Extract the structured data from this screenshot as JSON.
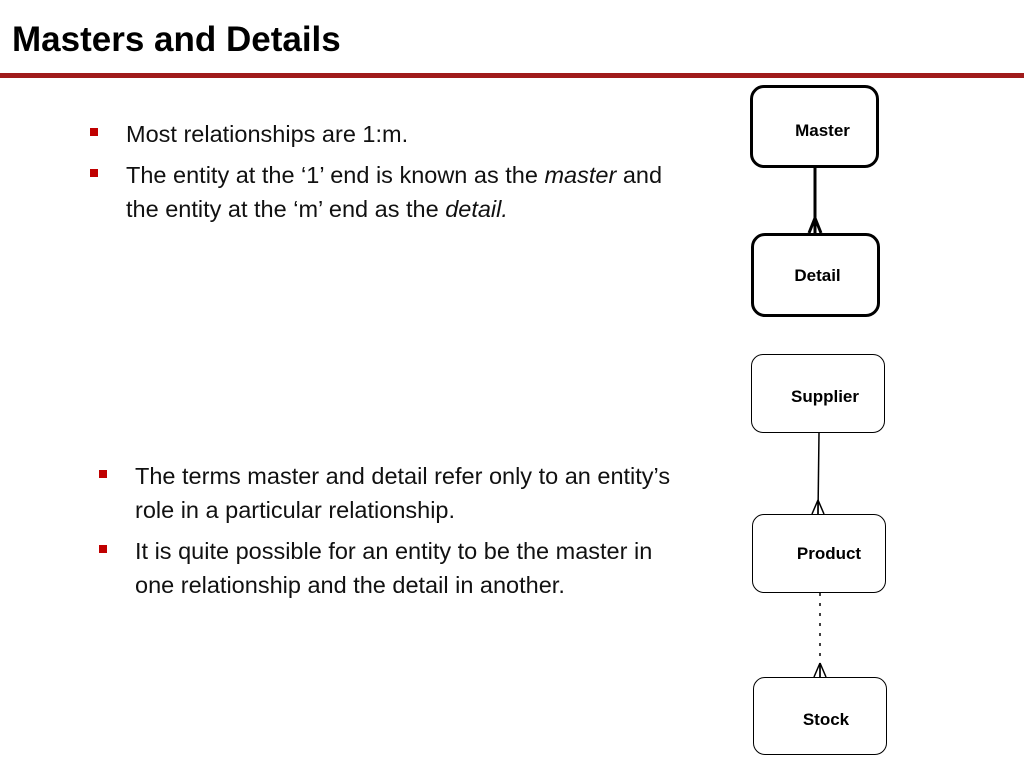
{
  "slide": {
    "title": "Masters and Details"
  },
  "bullets_top": [
    {
      "text": "Most relationships are 1:m."
    },
    {
      "text_a": "The entity at the ‘1’ end is known as the ",
      "em_a": "master",
      "text_b": " and the entity at the ‘m’ end as the ",
      "em_b": "detail."
    }
  ],
  "bullets_bottom": [
    {
      "text": "The terms master and detail refer only to an entity’s role in a particular relationship."
    },
    {
      "text": "It is quite possible for an entity to be the master in one relationship and the detail in another."
    }
  ],
  "diagram": {
    "entities": {
      "master": "Master",
      "detail": "Detail",
      "supplier": "Supplier",
      "product": "Product",
      "stock": "Stock"
    }
  },
  "colors": {
    "accent": "#a01b1b",
    "bullet": "#c00000"
  }
}
